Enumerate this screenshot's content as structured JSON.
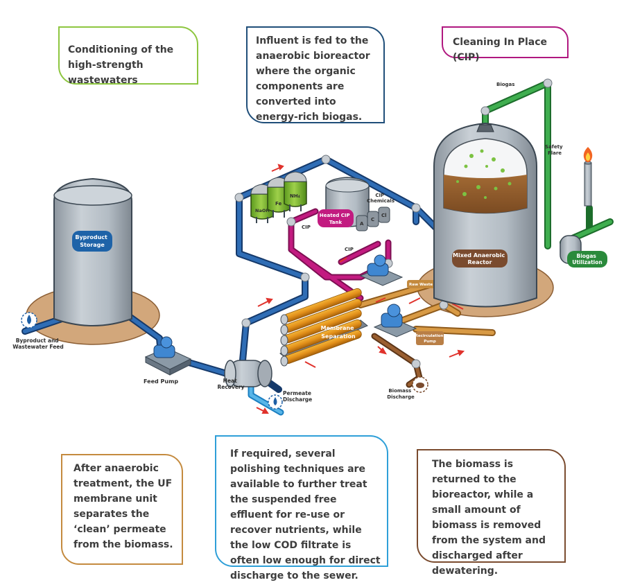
{
  "boxes": {
    "conditioning": "Conditioning of the high-strength wastewaters",
    "influent": "Influent is fed to the anaerobic bioreactor where the organic components are converted into energy-rich biogas.",
    "cip": "Cleaning In Place (CIP)",
    "after_anaerobic": "After anaerobic treatment, the UF membrane unit separates the ‘clean’ permeate from the biomass.",
    "polishing": "If required, several polishing techniques are available to further treat the suspended free effluent for re-use or recover nutrients, while the low COD filtrate is often low enough for direct discharge to the sewer.",
    "biomass_returned": "The biomass is returned to the bioreactor, while a small amount of biomass is removed from the system and discharged after dewatering."
  },
  "labels": {
    "byproduct_storage_1": "Byproduct",
    "byproduct_storage_2": "Storage",
    "byproduct_feed_1": "Byproduct and",
    "byproduct_feed_2": "Wastewater Feed",
    "feed_pump": "Feed Pump",
    "heat_recovery_1": "Heat",
    "heat_recovery_2": "Recovery",
    "permeate_1": "Permeate",
    "permeate_2": "Discharge",
    "naoh": "NaOH",
    "fe": "Fe",
    "nh4": "NH₄",
    "heated_cip_1": "Heated CIP",
    "heated_cip_2": "Tank",
    "cip_chemicals_1": "CIP",
    "cip_chemicals_2": "Chemicals",
    "chem_a": "A",
    "chem_c": "C",
    "chem_ci": "Cl",
    "cip_1": "CIP",
    "cip_2": "CIP",
    "membrane_1": "Membrane",
    "membrane_2": "Separation",
    "raw_waste_feed": "Raw Waste Feed",
    "recirc_1": "Recirculation",
    "recirc_2": "Pump",
    "biomass_1": "Biomass",
    "biomass_2": "Discharge",
    "mixed_reactor_1": "Mixed Anaerobic",
    "mixed_reactor_2": "Reactor",
    "biogas": "Biogas",
    "safety_flare_1": "Safety",
    "safety_flare_2": "Flare",
    "biogas_util_1": "Biogas",
    "biogas_util_2": "Utilization"
  },
  "colors": {
    "green": "#8dc63f",
    "navy": "#1f4e79",
    "magenta": "#b0177f",
    "tan": "#c48a3e",
    "light_blue": "#2e9fd8",
    "brown": "#7a4b2e",
    "pipe_blue": "#1d4f86",
    "pipe_pink": "#b3166f",
    "pipe_green": "#2a8a3b",
    "pipe_orange": "#d08a2a",
    "tank_grey": "#b7bfc7"
  }
}
